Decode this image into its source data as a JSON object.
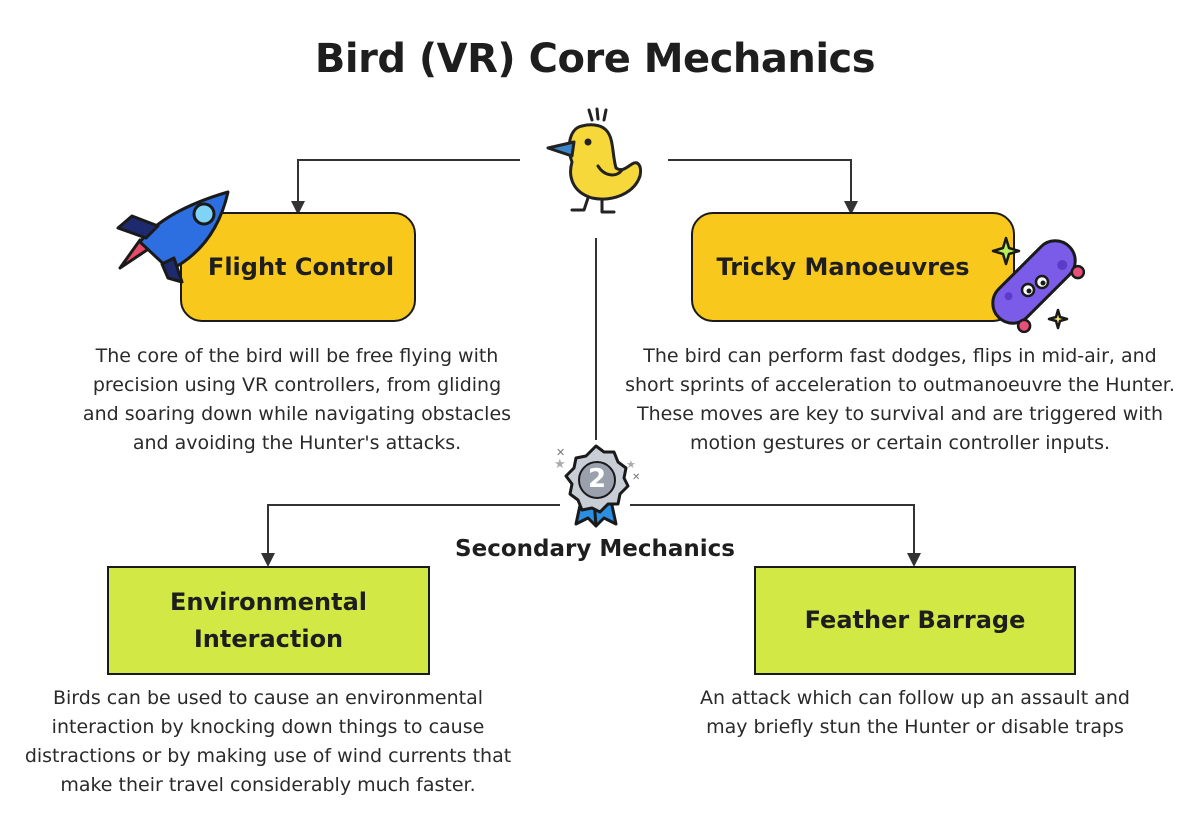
{
  "title": "Bird (VR) Core Mechanics",
  "core": [
    {
      "label": "Flight Control",
      "description": "The core of the bird will be free flying with precision using VR controllers, from gliding and soaring down while navigating obstacles and avoiding the Hunter's attacks.",
      "icon": "rocket-icon"
    },
    {
      "label": "Tricky Manoeuvres",
      "description": "The bird can perform fast dodges, flips in mid-air, and short sprints of acceleration to outmanoeuvre the Hunter. These moves are key to survival and are triggered with motion gestures or certain controller inputs.",
      "icon": "skateboard-icon"
    }
  ],
  "secondary_label": "Secondary Mechanics",
  "secondary_badge": "2",
  "secondary": [
    {
      "label": "Environmental Interaction",
      "description": "Birds can be used to cause an environmental interaction by knocking down things to cause distractions or by making use of wind currents that make their travel considerably much faster."
    },
    {
      "label": "Feather Barrage",
      "description": "An attack which can follow up an assault and may briefly stun the Hunter or disable traps"
    }
  ],
  "colors": {
    "core_box": "#f8c81d",
    "secondary_box": "#d1e845",
    "line": "#333333"
  }
}
